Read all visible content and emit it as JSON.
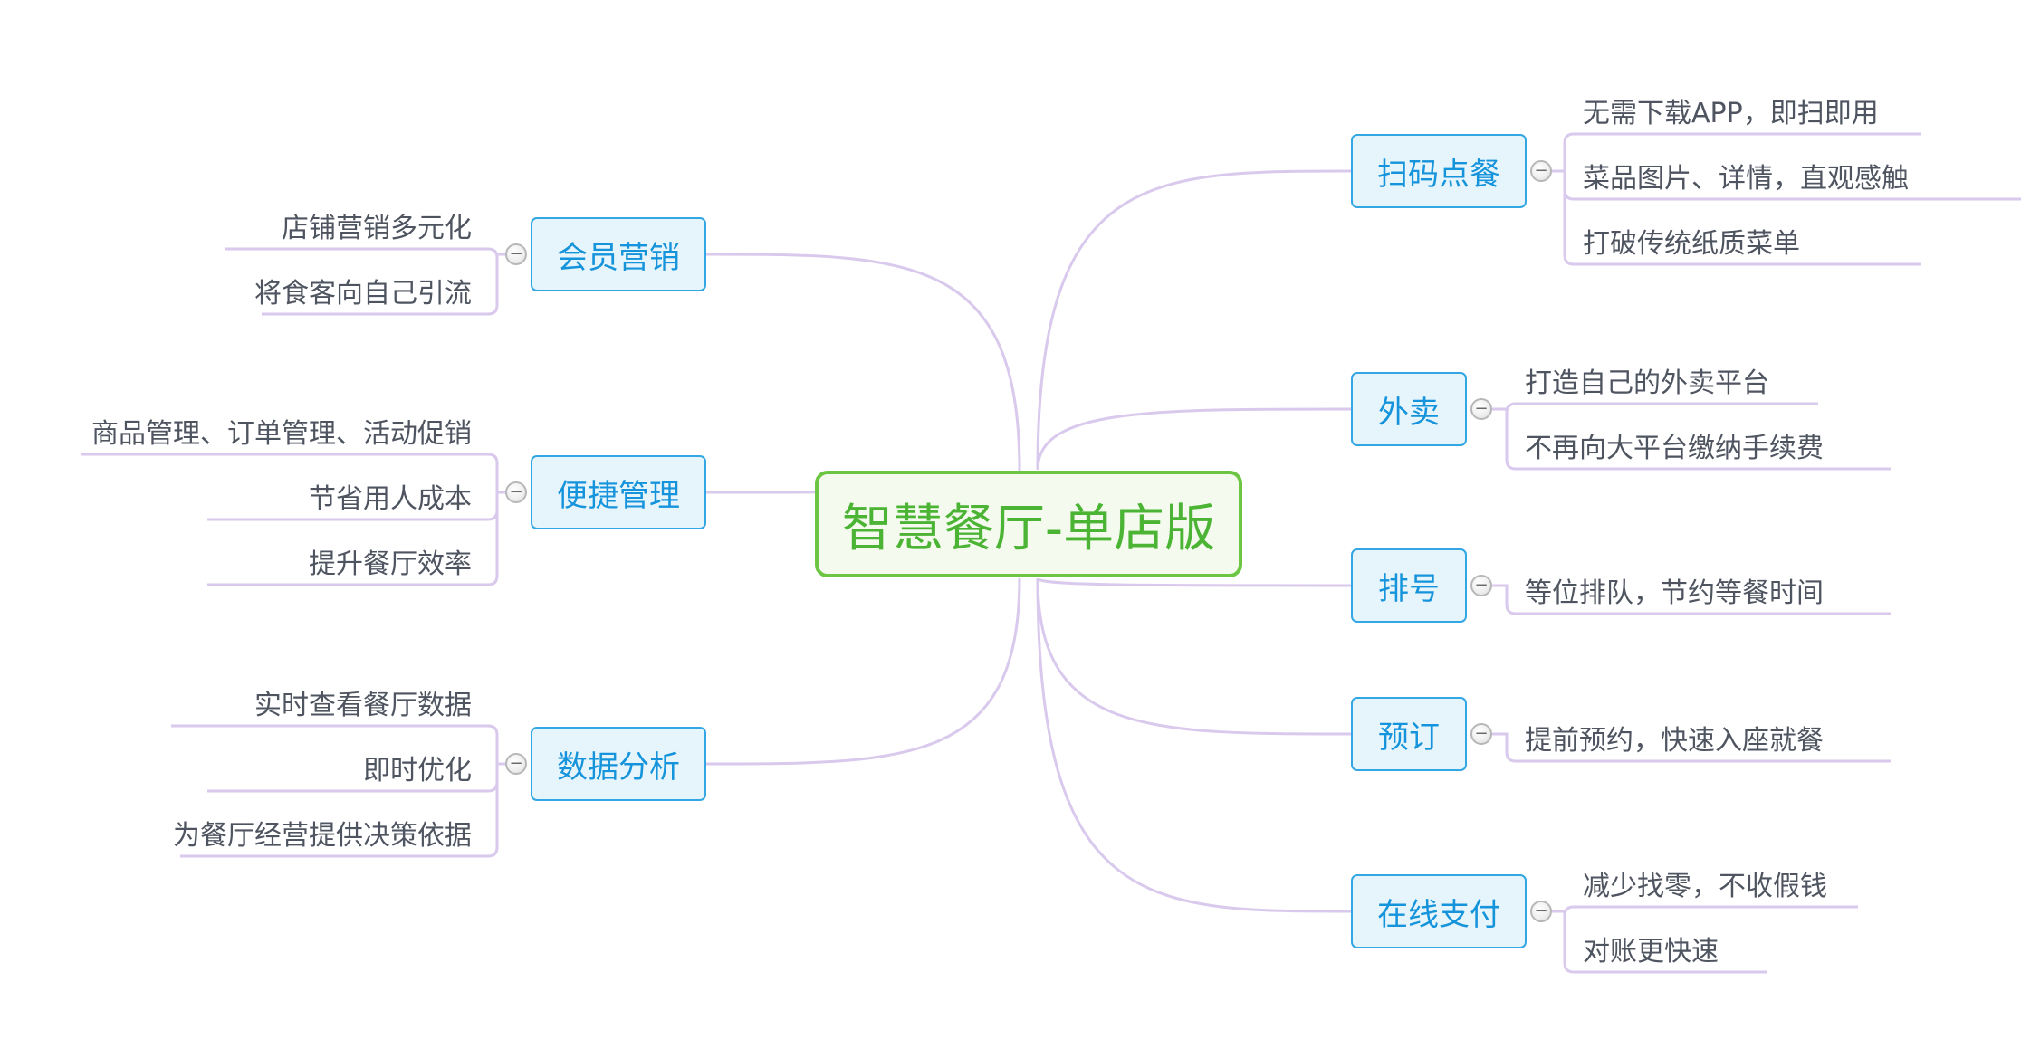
{
  "colors": {
    "connector": "#d9c9ec",
    "central_border": "#6cc644",
    "topic_border": "#33a7e4"
  },
  "central": {
    "label": "智慧餐厅-单店版"
  },
  "toggle_symbol": "−",
  "branches": [
    {
      "id": "scan",
      "label": "扫码点餐",
      "side": "right",
      "leaves": [
        "无需下载APP，即扫即用",
        "菜品图片、详情，直观感触",
        "打破传统纸质菜单"
      ]
    },
    {
      "id": "takeout",
      "label": "外卖",
      "side": "right",
      "leaves": [
        "打造自己的外卖平台",
        "不再向大平台缴纳手续费"
      ]
    },
    {
      "id": "queue",
      "label": "排号",
      "side": "right",
      "leaves": [
        "等位排队，节约等餐时间"
      ]
    },
    {
      "id": "reserve",
      "label": "预订",
      "side": "right",
      "leaves": [
        "提前预约，快速入座就餐"
      ]
    },
    {
      "id": "pay",
      "label": "在线支付",
      "side": "right",
      "leaves": [
        "减少找零，不收假钱",
        "对账更快速"
      ]
    },
    {
      "id": "member",
      "label": "会员营销",
      "side": "left",
      "leaves": [
        "店铺营销多元化",
        "将食客向自己引流"
      ]
    },
    {
      "id": "manage",
      "label": "便捷管理",
      "side": "left",
      "leaves": [
        "商品管理、订单管理、活动促销",
        "节省用人成本",
        "提升餐厅效率"
      ]
    },
    {
      "id": "data",
      "label": "数据分析",
      "side": "left",
      "leaves": [
        "实时查看餐厅数据",
        "即时优化",
        "为餐厅经营提供决策依据"
      ]
    }
  ]
}
